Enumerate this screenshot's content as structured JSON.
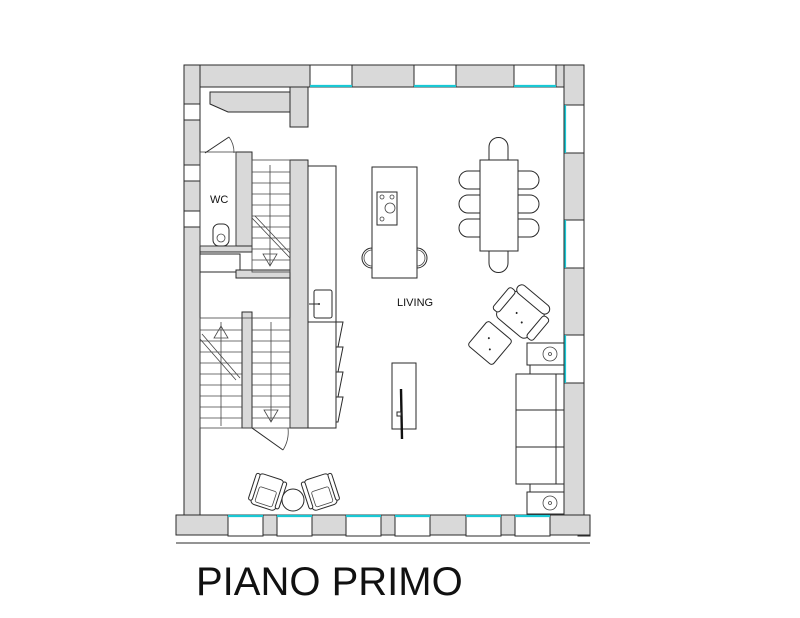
{
  "plan": {
    "title": "PIANO PRIMO",
    "rooms": [
      {
        "id": "wc",
        "label": "WC"
      },
      {
        "id": "living",
        "label": "LIVING"
      }
    ],
    "colors": {
      "wall_fill": "#d9d9d9",
      "outline": "#2a2a2a",
      "window_glass": "#19c8d4",
      "background": "#ffffff"
    },
    "symbols": [
      "staircase-up-arrow",
      "staircase-down-arrow",
      "door-swing",
      "toilet",
      "kitchen-sink",
      "cooktop",
      "dining-table-8-chairs",
      "kitchen-island-2-stools",
      "sofa",
      "armchair",
      "ottoman",
      "side-table-lamp",
      "lounge-chairs-round-table",
      "bench"
    ]
  }
}
